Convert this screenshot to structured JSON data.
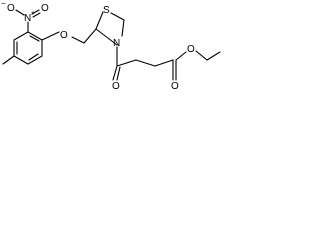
{
  "molecule": {
    "atom_labels": {
      "nitro_n": "N",
      "nitro_plus": "+",
      "nitro_o_minus": "O",
      "minus_sign": "−",
      "nitro_o": "O",
      "ether_o": "O",
      "ring_s": "S",
      "ring_n": "N",
      "amide_o": "O",
      "ester_o_carbonyl": "O",
      "ester_o": "O"
    },
    "colors": {
      "line": "#000000",
      "text": "#000000",
      "background": "#ffffff"
    }
  }
}
